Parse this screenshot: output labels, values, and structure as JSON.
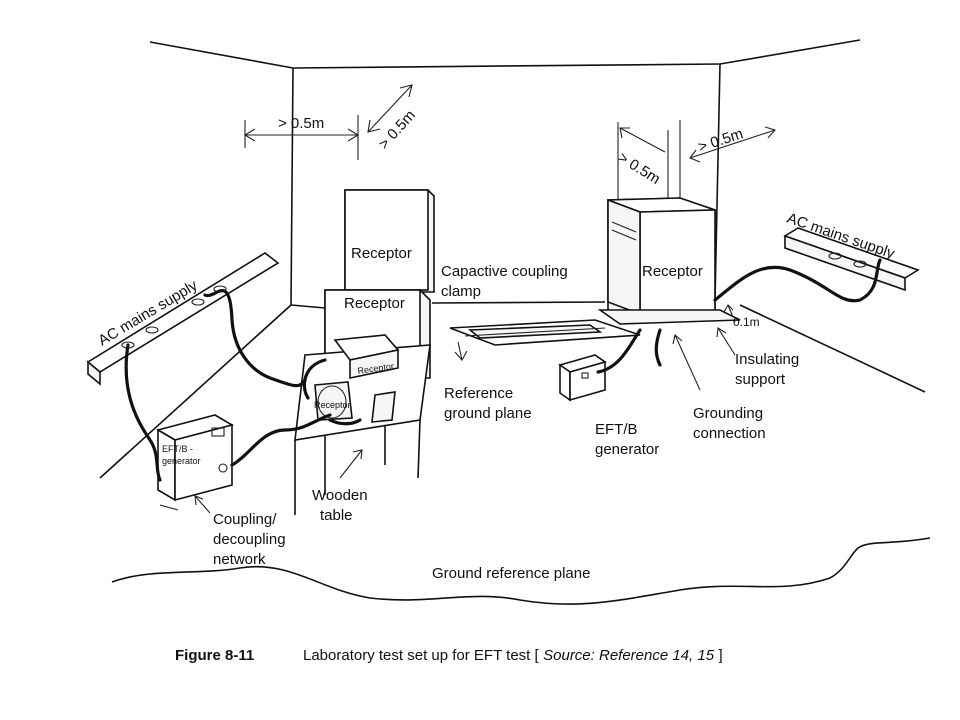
{
  "labels": {
    "dim_wall_left": "> 0.5m",
    "dim_wall_back": "> 0.5m",
    "dim_right_front": "> 0.5m",
    "dim_right_side": "> 0.5m",
    "dim_height": "0.1m",
    "receptor_top": "Receptor",
    "receptor_bottom": "Receptor",
    "receptor_right": "Receptor",
    "receptor_small_1": "Receptor",
    "receptor_small_2": "Receptor",
    "ac_mains_left": "AC mains supply",
    "ac_mains_right": "AC mains supply",
    "cap_clamp_1": "Capactive coupling",
    "cap_clamp_2": "clamp",
    "ref_ground_1": "Reference",
    "ref_ground_2": "ground plane",
    "eft_gen_1": "EFT/B",
    "eft_gen_2": "generator",
    "eft_box_1": "EFT/B -",
    "eft_box_2": "generator",
    "insulating_1": "Insulating",
    "insulating_2": "support",
    "grounding_1": "Grounding",
    "grounding_2": "connection",
    "wooden_1": "Wooden",
    "wooden_2": "table",
    "coupling_1": "Coupling/",
    "coupling_2": "decoupling",
    "coupling_3": "network",
    "ground_ref": "Ground reference plane"
  },
  "caption": {
    "number": "Figure 8-11",
    "text": "Laboratory test set up for EFT test [",
    "source": "Source: Reference 14, 15",
    "close": "]"
  }
}
